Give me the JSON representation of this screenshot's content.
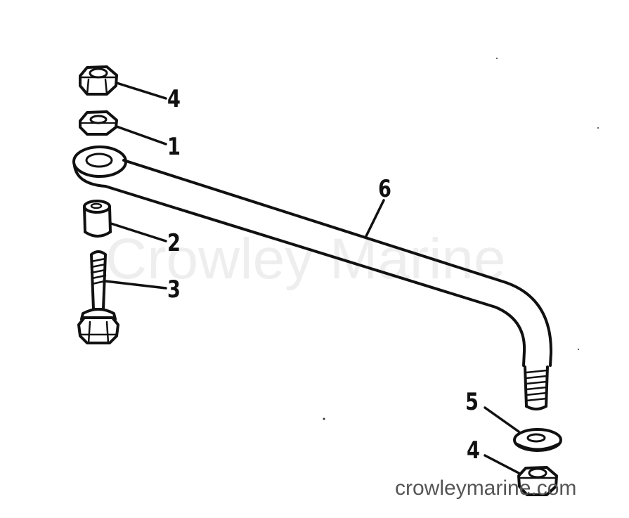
{
  "diagram": {
    "callouts": {
      "nut_top": "4",
      "nut_plain": "1",
      "bushing": "2",
      "bolt": "3",
      "washer": "5",
      "nut_bottom": "4",
      "link_rod": "6"
    },
    "watermark": "Crowley Marine",
    "site_footer": "crowleymarine.com",
    "colors": {
      "ink": "#111111",
      "watermark": "#c8c8c8",
      "footer": "#555555"
    }
  }
}
